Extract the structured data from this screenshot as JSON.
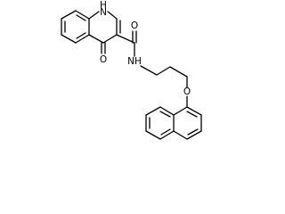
{
  "molecule": {
    "atom_labels": {
      "nh_ring": "H",
      "nh_ring_n": "N",
      "carbonyl_ring_o": "O",
      "amide_o": "O",
      "amide_nh": "NH",
      "ether_o": "O"
    },
    "colors": {
      "bond": "#000000",
      "text": "#000000",
      "background": "#ffffff"
    }
  }
}
